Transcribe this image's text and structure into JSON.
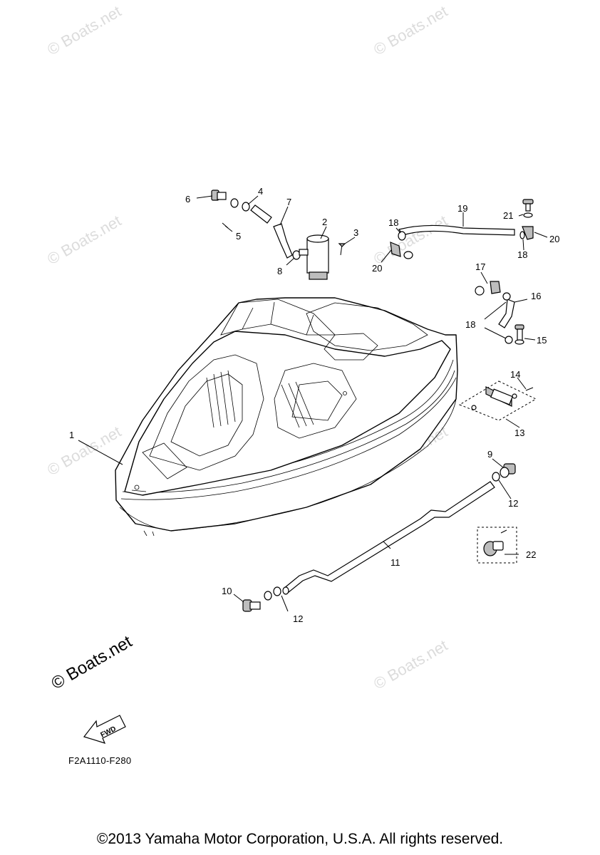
{
  "watermarks": {
    "faint": "© Boats.net",
    "bold": "© Boats.net"
  },
  "callouts": [
    "1",
    "2",
    "3",
    "4",
    "5",
    "6",
    "7",
    "8",
    "9",
    "10",
    "11",
    "12",
    "12",
    "13",
    "14",
    "15",
    "16",
    "17",
    "18",
    "18",
    "18",
    "19",
    "20",
    "20",
    "21",
    "22"
  ],
  "fwd_label": "FWD",
  "figure_code": "F2A1110-F280",
  "copyright": "©2013 Yamaha Motor Corporation, U.S.A. All rights reserved."
}
